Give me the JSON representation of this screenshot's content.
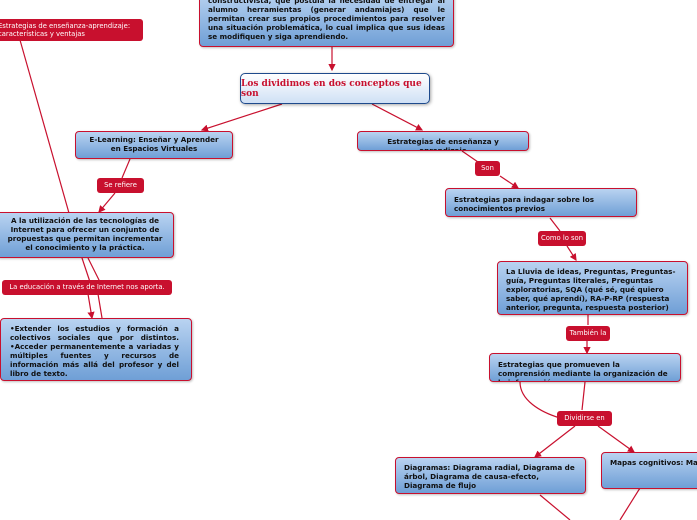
{
  "nodes": {
    "top": "constructivista, que postula la necesidad de entregar al alumno herramientas (generar andamiajes) que le permitan crear sus propios procedimientos para resolver una situación problemática, lo cual implica que sus ideas se modifiquen y siga aprendiendo.",
    "main": "Los dividimos en dos conceptos que son",
    "elearning": "E-Learning: Enseñar y Aprender en Espacios Virtuales",
    "estrategias": "Estrategias de enseñanza y aprendizaje",
    "utilizacion": "A la utilización de las tecnologías de Internet para ofrecer un conjunto de propuestas que permitan incrementar el conocimiento y la práctica.",
    "extender": "•Extender los estudios y formación a colectivos sociales que por distintos. •Acceder permanentemente a variadas y múltiples fuentes y recursos de información más allá del profesor y del libro de texto.",
    "indagar": "Estrategias para indagar sobre los conocimientos previos",
    "lluvia": "La Lluvia de ideas, Preguntas, Preguntas-guía, Preguntas literales, Preguntas exploratorias, SQA (qué sé, qué quiero saber, qué aprendí), RA-P-RP (respuesta anterior, pregunta, respuesta posterior)",
    "promueven": "Estrategias que promueven la comprensión mediante la organización de la información",
    "diagramas": "Diagramas: Diagrama radial, Diagrama de árbol, Diagrama de causa-efecto, Diagrama de flujo",
    "mapas": "Mapas cognitivos: Mapa conceptual, Mapa semántico, Mapa cognitivo, tipo sol, etc."
  },
  "tags": {
    "topleft": "Estrategias de enseñanza-aprendizaje: características y ventajas",
    "se_refiere": "Se refiere",
    "educacion": "La educación a través de Internet nos aporta.",
    "son": "Son",
    "como_lo_son": "Como lo son",
    "tambien_la": "También la",
    "dividirse_en": "Dividirse en"
  },
  "colors": {
    "link": "#c8102e",
    "node_border": "#c8102e",
    "main_border": "#1e4a8c",
    "node_top": "#b9d3f1",
    "node_bottom": "#6f9fd6"
  }
}
